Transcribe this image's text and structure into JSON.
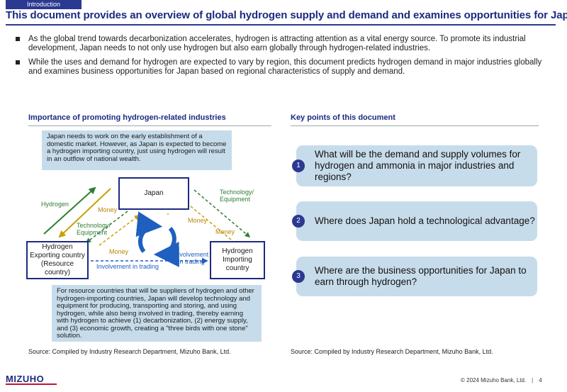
{
  "header": {
    "section_tag": "Introduction",
    "title": "This document provides an overview of global hydrogen supply and demand and examines opportunities for Japan"
  },
  "bullets": [
    "As the global trend towards decarbonization accelerates, hydrogen is attracting attention as a vital energy source. To promote its industrial development, Japan needs to not only use hydrogen but also earn globally through hydrogen-related industries.",
    "While the uses and demand for hydrogen are expected to vary by region, this document predicts hydrogen demand in major industries globally and examines business opportunities for Japan based on regional characteristics of supply and demand."
  ],
  "left": {
    "heading": "Importance of promoting hydrogen-related industries",
    "top_callout": "Japan needs to work on the early establishment of a domestic market. However, as Japan is expected to become a hydrogen importing country, just using hydrogen will result in an outflow of national wealth.",
    "bottom_callout": "For resource countries that will be suppliers of hydrogen and other hydrogen-importing countries, Japan will develop technology and equipment for producing, transporting and storing, and using hydrogen, while also being involved in trading, thereby earning with hydrogen to achieve (1) decarbonization, (2) energy supply, and (3) economic growth, creating a \"three birds with one stone\" solution.",
    "boxes": {
      "japan": "Japan",
      "exporting": "Hydrogen Exporting country (Resource country)",
      "importing": "Hydrogen Importing country"
    },
    "labels": {
      "hydrogen": "Hydrogen",
      "money_1": "Money",
      "tech_equip_1": "Technology/ Equipment",
      "tech_equip_2": "Technology/ Equipment",
      "money_2": "Money",
      "money_3": "Money",
      "money_4": "Money",
      "involvement_1": "Involvement in trading",
      "involvement_2": "Involvement in trading"
    },
    "source": "Source: Compiled by Industry Research Department, Mizuho Bank, Ltd."
  },
  "right": {
    "heading": "Key points of this document",
    "points": [
      {
        "num": "1",
        "text": "What will be the demand and supply volumes for hydrogen and ammonia in major industries and regions?"
      },
      {
        "num": "2",
        "text": "Where does Japan hold a technological advantage?"
      },
      {
        "num": "3",
        "text": "Where are the business opportunities for Japan to earn through hydrogen?"
      }
    ],
    "source": "Source: Compiled by Industry Research Department, Mizuho Bank, Ltd."
  },
  "footer": {
    "logo": "MIZUHO",
    "copyright": "© 2024 Mizuho Bank, Ltd.",
    "page": "4"
  },
  "colors": {
    "navy": "#1c2a80",
    "light_blue": "#c7dcea",
    "green_arrow": "#2e7d32",
    "gold_arrow": "#c8a000",
    "cycle_blue": "#1f5fbf",
    "brand_red": "#c8102e"
  }
}
